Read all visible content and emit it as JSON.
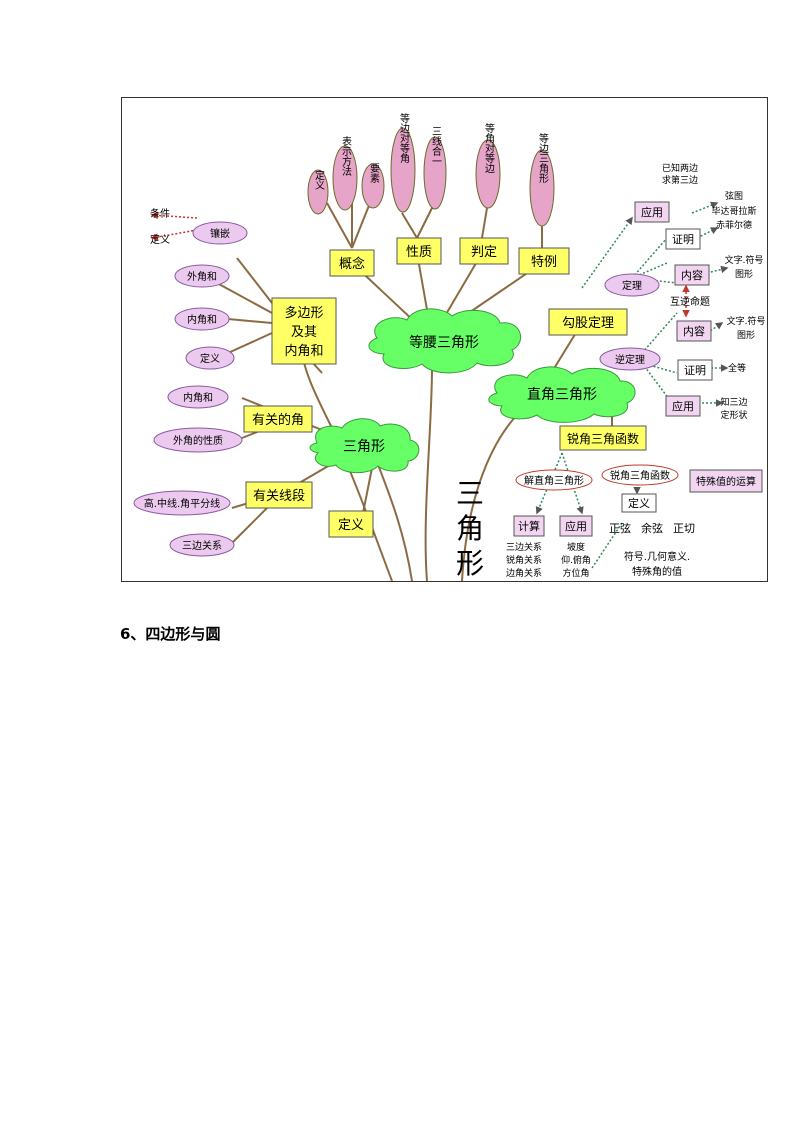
{
  "diagram": {
    "trunk_label": [
      "三",
      "角",
      "形"
    ],
    "center_clouds": {
      "isosceles": "等腰三角形",
      "right": "直角三角形",
      "triangle": "三角形"
    },
    "isosceles_boxes": {
      "concept": "概念",
      "property": "性质",
      "judge": "判定",
      "special": "特例"
    },
    "concept_ovals": [
      "定义",
      "表示方法",
      "要素"
    ],
    "property_ovals": [
      "等边对等角",
      "三线合一"
    ],
    "judge_ovals": [
      "等角对等边"
    ],
    "special_ovals": [
      "等边三角形"
    ],
    "polygon": {
      "box": [
        "多边形",
        "及其",
        "内角和"
      ],
      "ovals": [
        "镶嵌",
        "外角和",
        "内角和",
        "定义"
      ],
      "inlay_labels": [
        "条件",
        "定义"
      ]
    },
    "angles": {
      "box": "有关的角",
      "ovals": [
        "内角和",
        "外角的性质"
      ]
    },
    "segments": {
      "box": "有关线段",
      "ovals": [
        "高.中线.角平分线",
        "三边关系"
      ]
    },
    "triangle_def": "定义",
    "pythagoras": {
      "box": "勾股定理",
      "theorem_oval": "定理",
      "converse_oval": "逆定理",
      "apply_top": "应用",
      "apply_top_text": [
        "已知两边",
        "求第三边"
      ],
      "proof_top": "证明",
      "proof_top_text": [
        "弦图",
        "毕达哥拉斯",
        "赤菲尔德"
      ],
      "content_top": "内容",
      "content_top_text": [
        "文字.符号",
        "图形"
      ],
      "mutual": "互逆命题",
      "content_bottom": "内容",
      "content_bottom_text": [
        "文字.符号",
        "图形"
      ],
      "proof_bottom": "证明",
      "proof_bottom_text": "全等",
      "apply_bottom": "应用",
      "apply_bottom_text": [
        "知三边",
        "定形状"
      ]
    },
    "trig": {
      "box": "锐角三角函数",
      "solve_oval": "解直角三角形",
      "func_oval": "锐角三角函数",
      "special_box": "特殊值的运算",
      "calc_box": "计算",
      "apply_box": "应用",
      "calc_text": [
        "三边关系",
        "锐角关系",
        "边角关系"
      ],
      "apply_text": [
        "坡度",
        "仰.俯角",
        "方位角"
      ],
      "def_box": "定义",
      "funcs": [
        "正弦",
        "余弦",
        "正切"
      ],
      "func_notes": [
        "符号.几何意义.",
        "特殊角的值"
      ]
    }
  },
  "section_heading": "6、四边形与圆"
}
